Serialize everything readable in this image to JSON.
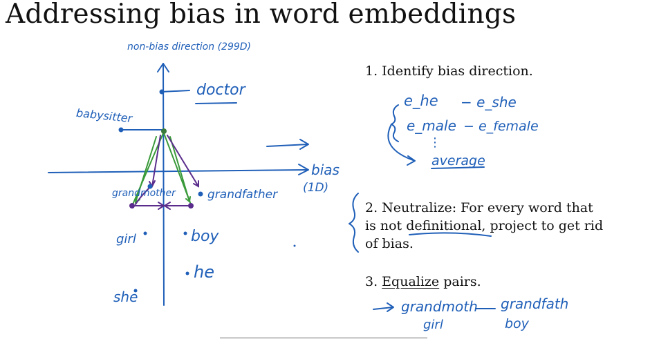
{
  "title": "Addressing bias in word embeddings",
  "diagram": {
    "vertical_axis_label": "non-bias direction (299D)",
    "horizontal_axis_label": "bias",
    "horizontal_axis_dim": "(1D)",
    "words": {
      "doctor": "doctor",
      "babysitter": "babysitter",
      "grandmother": "grandmother",
      "grandfather": "grandfather",
      "girl": "girl",
      "boy": "boy",
      "he": "he",
      "she": "she"
    }
  },
  "steps": {
    "step1": "1. Identify bias direction.",
    "step2_line1": "2. Neutralize: For every word that",
    "step2_line2_pre": "is not ",
    "step2_line2_def": "definitional",
    "step2_line2_post": ", project to get rid",
    "step2_line3": "of bias.",
    "step3_pre": "3. ",
    "step3_eq": "Equalize",
    "step3_post": " pairs."
  },
  "handwritten": {
    "e_he": "e_he",
    "e_she": "− e_she",
    "e_male": "e_male",
    "e_female": "− e_female",
    "dots": "⋮",
    "average": "average",
    "arrow": "→",
    "grandmother": "grandmoth",
    "dash": "—",
    "grandfather": "grandfath",
    "girl": "girl",
    "boy": "boy"
  },
  "colors": {
    "ink_blue": "#1f5fb8",
    "ink_green": "#3a9a3a",
    "ink_purple": "#5a2d8c",
    "text": "#111111"
  }
}
